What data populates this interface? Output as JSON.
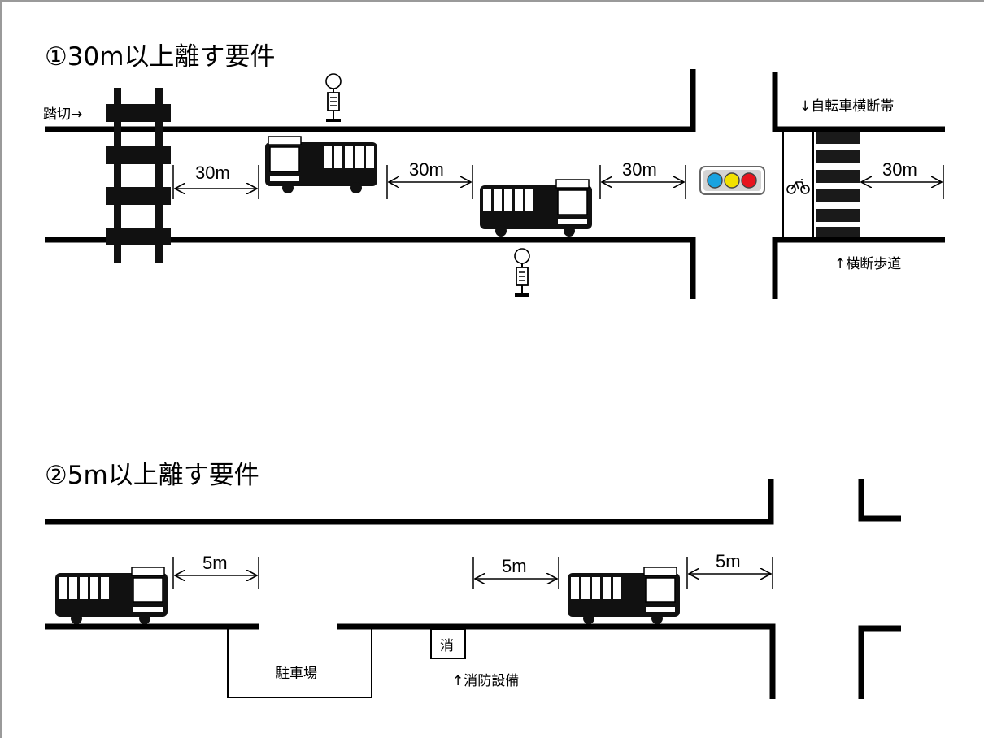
{
  "section1": {
    "title": "①30m以上離す要件",
    "crossing_label": "踏切→",
    "bicycle_lane_label": "↓自転車横断帯",
    "crosswalk_label": "↑横断歩道",
    "distances": [
      "30m",
      "30m",
      "30m",
      "30m"
    ],
    "signal_colors": [
      "#1aa3e0",
      "#f2e200",
      "#e8141e"
    ]
  },
  "section2": {
    "title": "②5m以上離す要件",
    "parking_label": "駐車場",
    "hydrant_sign": "消",
    "hydrant_label": "↑消防設備",
    "distances": [
      "5m",
      "5m",
      "5m"
    ]
  }
}
